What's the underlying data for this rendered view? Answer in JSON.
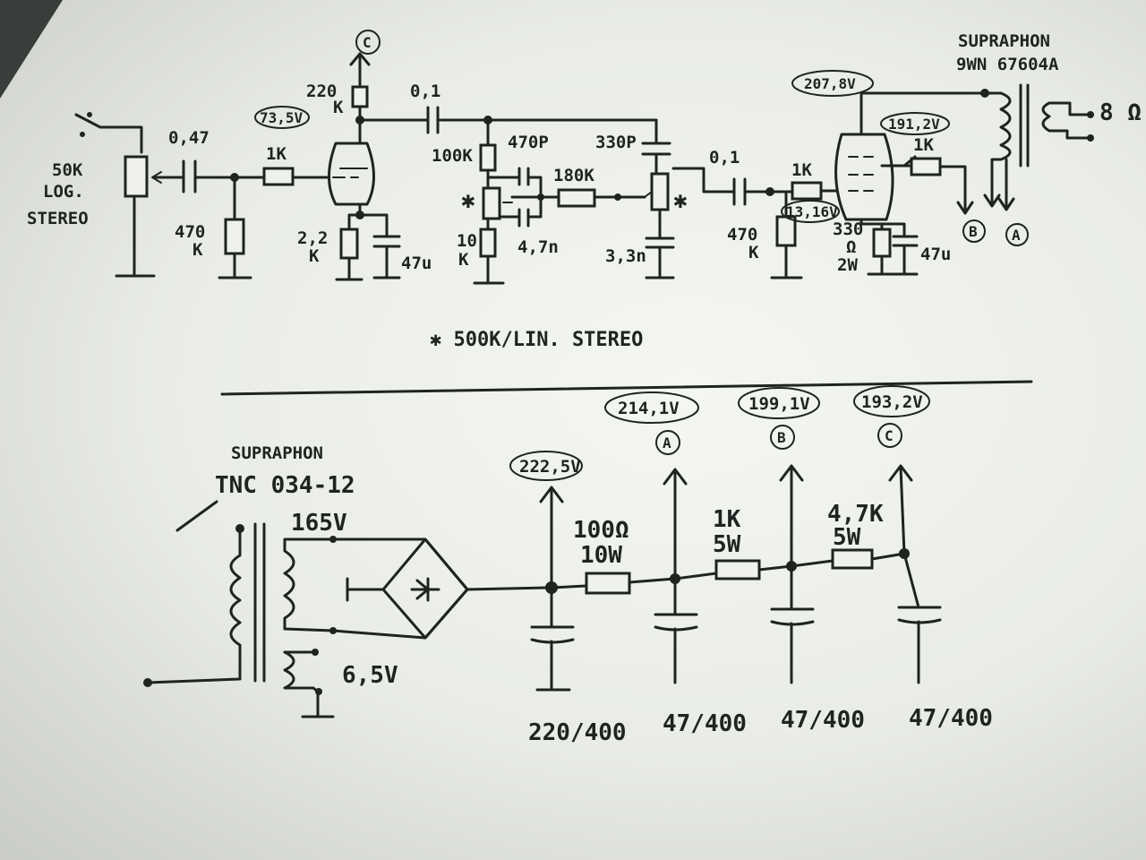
{
  "labels": {
    "tube_c_node": "C",
    "r_plate1": "220",
    "r_plate1_unit": "K",
    "v_plate1": "73,5V",
    "c_coupling1": "0,1",
    "pot_volume": "50K",
    "pot_volume_type": "LOG.",
    "pot_volume_kind": "STEREO",
    "c_input": "0,47",
    "r_grid1": "1K",
    "r_grid_leak1": "470",
    "r_grid_leak1_unit": "K",
    "r_cathode1": "2,2",
    "r_cathode1_unit": "K",
    "c_cathode1": "47u",
    "r_tone1": "100K",
    "c_tone1": "470P",
    "c_tone2": "330P",
    "r_tone2": "180K",
    "r_tone3": "10",
    "r_tone3_unit": "K",
    "c_tone3": "4,7n",
    "c_tone4": "3,3n",
    "c_coupling2": "0,1",
    "r_grid2": "1K",
    "r_grid_leak2": "470",
    "r_grid_leak2_unit": "K",
    "v_cathode2": "13,16V",
    "r_cathode2": "330",
    "r_cathode2_unit": "Ω",
    "r_cathode2_power": "2W",
    "c_cathode2": "47u",
    "v_plate2": "207,8V",
    "v_screen2": "191,2V",
    "r_screen2": "1K",
    "node_b": "B",
    "node_a": "A",
    "out_transformer": "SUPRAPHON",
    "out_transformer_model": "9WN 67604A",
    "speaker": "8 Ω",
    "star_note": "✱ 500K/LIN. STEREO",
    "pwr_transformer": "SUPRAPHON",
    "pwr_transformer_model": "TNC 034-12",
    "v_secondary": "165V",
    "v_heater": "6,5V",
    "v_rect": "222,5V",
    "r_filter1": "100Ω",
    "r_filter1_power": "10W",
    "c_filter1": "220/400",
    "v_a": "214,1V",
    "node_a2": "A",
    "r_filter2": "1K",
    "r_filter2_power": "5W",
    "c_filter2": "47/400",
    "v_b": "199,1V",
    "node_b2": "B",
    "r_filter3": "4,7K",
    "r_filter3_power": "5W",
    "c_filter3": "47/400",
    "v_c": "193,2V",
    "node_c2": "C",
    "c_filter4": "47/400"
  },
  "colors": {
    "ink": "#1e2420",
    "paper": "#eef1ec"
  }
}
